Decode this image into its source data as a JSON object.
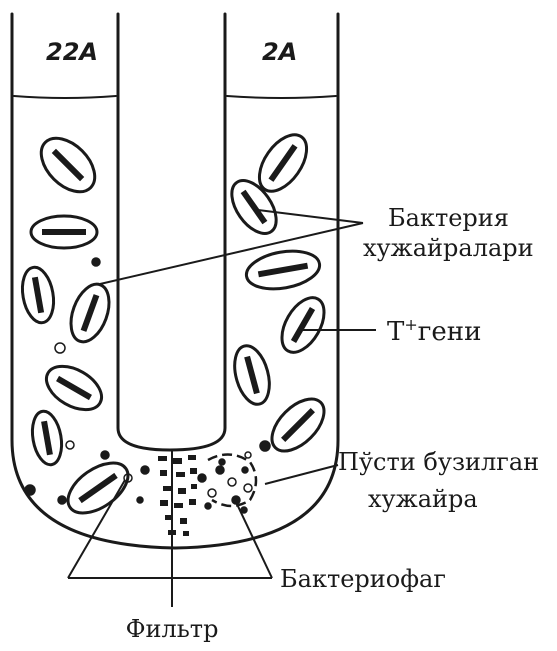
{
  "arms": {
    "left_label": "22A",
    "right_label": "2A"
  },
  "labels": {
    "bacteria_line1": "Бактерия",
    "bacteria_line2": "хужайралари",
    "gene_prefix": "T",
    "gene_superscript": "+",
    "gene_suffix": "гени",
    "lysed_line1": "Пўсти бузилган",
    "lysed_line2": "хужайра",
    "bacteriophage": "Бактериофаг",
    "filter": "Фильтр"
  },
  "colors": {
    "ink": "#1a1a1a",
    "background": "#ffffff"
  }
}
